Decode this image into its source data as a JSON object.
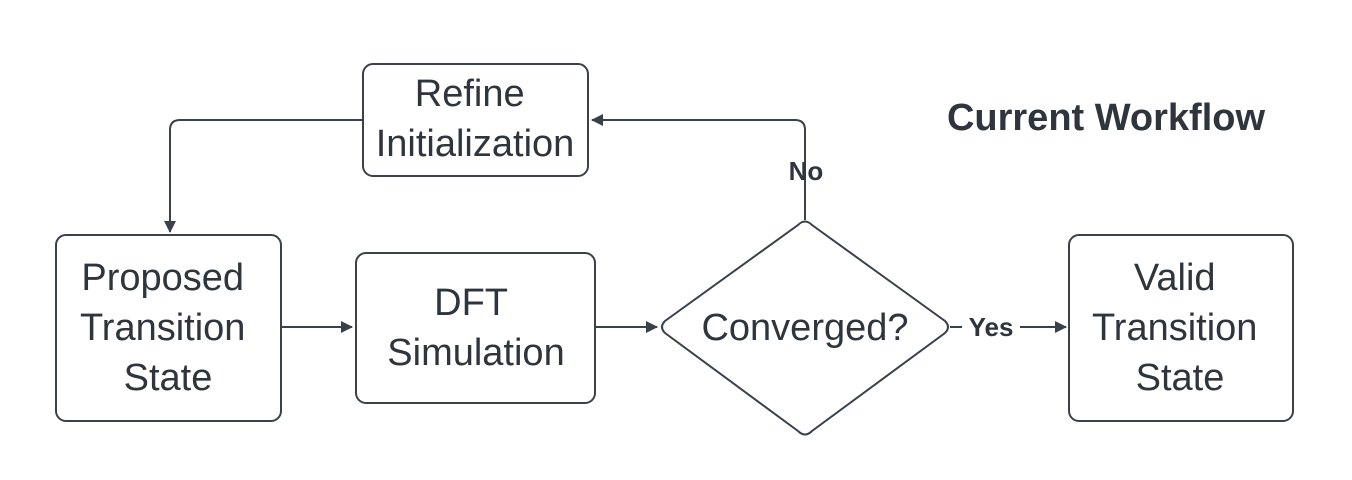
{
  "title": "Current Workflow",
  "nodes": {
    "refine": {
      "lines": [
        "Refine",
        "Initialization"
      ]
    },
    "proposed": {
      "lines": [
        "Proposed",
        "Transition",
        "State"
      ]
    },
    "dft": {
      "lines": [
        "DFT",
        "Simulation"
      ]
    },
    "decision": {
      "lines": [
        "Converged?"
      ]
    },
    "valid": {
      "lines": [
        "Valid",
        "Transition",
        "State"
      ]
    }
  },
  "edges": {
    "no_label": "No",
    "yes_label": "Yes"
  },
  "colors": {
    "stroke": "#3a414a",
    "text": "#2f353d",
    "background": "#ffffff"
  }
}
